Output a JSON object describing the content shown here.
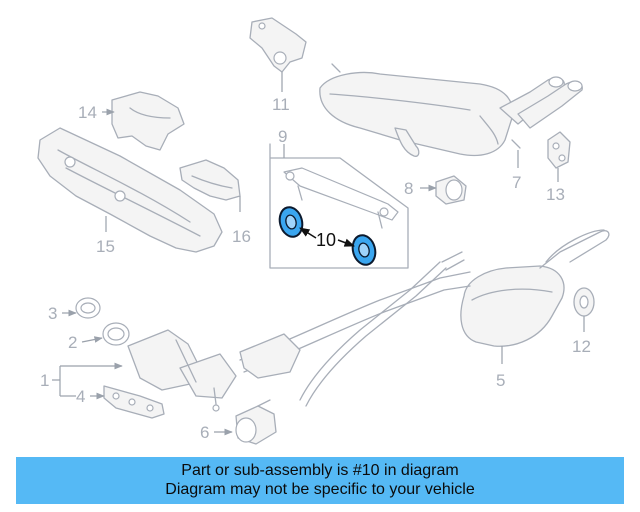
{
  "diagram": {
    "callouts": {
      "c1": "1",
      "c2": "2",
      "c3": "3",
      "c4": "4",
      "c5": "5",
      "c6": "6",
      "c7": "7",
      "c8": "8",
      "c9": "9",
      "c10": "10",
      "c11": "11",
      "c12": "12",
      "c13": "13",
      "c14": "14",
      "c15": "15",
      "c16": "16"
    },
    "highlighted_part": "10",
    "highlight_color": "#3aa6f0"
  },
  "notice": {
    "line1": "Part or sub-assembly is #10 in diagram",
    "line2": "Diagram may not be specific to your vehicle",
    "background": "#55b9f5"
  }
}
